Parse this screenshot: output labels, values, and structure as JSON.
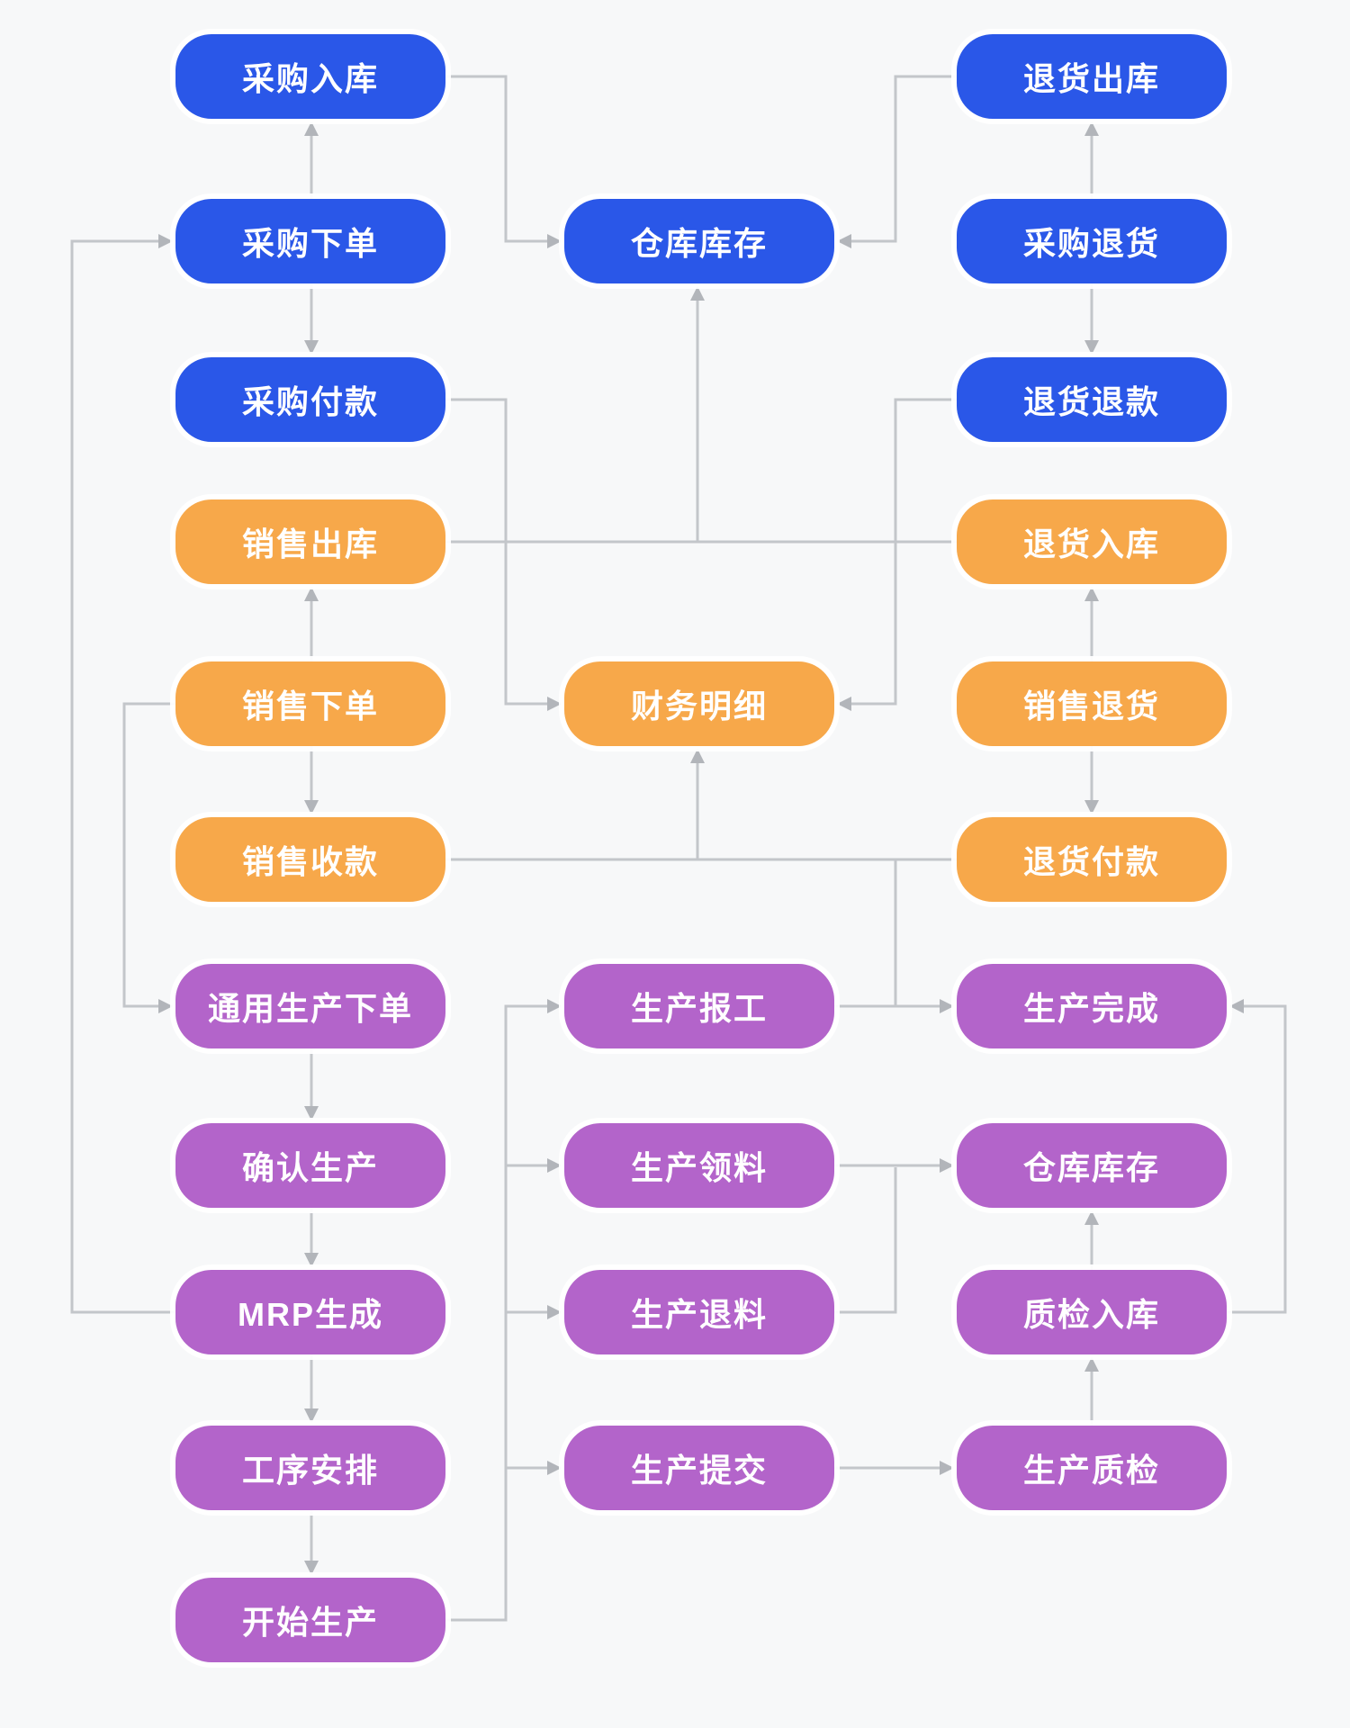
{
  "diagram": {
    "type": "flowchart",
    "background": "#f7f8f9",
    "colors": {
      "purchase_blue": "#2a57e8",
      "sales_orange": "#f7a84a",
      "production_purple": "#b364ca",
      "edge_line": "#c3c6ca",
      "arrow_head": "#b2b5ba",
      "label_text": "#ffffff"
    },
    "nodes": [
      {
        "id": "purchase-inbound",
        "label": "采购入库",
        "group": "purchase",
        "row": 1,
        "col": 1
      },
      {
        "id": "return-outbound",
        "label": "退货出库",
        "group": "purchase",
        "row": 1,
        "col": 3
      },
      {
        "id": "purchase-order",
        "label": "采购下单",
        "group": "purchase",
        "row": 2,
        "col": 1
      },
      {
        "id": "warehouse-stock",
        "label": "仓库库存",
        "group": "purchase",
        "row": 2,
        "col": 2
      },
      {
        "id": "purchase-return",
        "label": "采购退货",
        "group": "purchase",
        "row": 2,
        "col": 3
      },
      {
        "id": "purchase-payment",
        "label": "采购付款",
        "group": "purchase",
        "row": 3,
        "col": 1
      },
      {
        "id": "return-refund",
        "label": "退货退款",
        "group": "purchase",
        "row": 3,
        "col": 3
      },
      {
        "id": "sales-outbound",
        "label": "销售出库",
        "group": "sales",
        "row": 4,
        "col": 1
      },
      {
        "id": "return-inbound",
        "label": "退货入库",
        "group": "sales",
        "row": 4,
        "col": 3
      },
      {
        "id": "sales-order",
        "label": "销售下单",
        "group": "sales",
        "row": 5,
        "col": 1
      },
      {
        "id": "finance-detail",
        "label": "财务明细",
        "group": "sales",
        "row": 5,
        "col": 2
      },
      {
        "id": "sales-return",
        "label": "销售退货",
        "group": "sales",
        "row": 5,
        "col": 3
      },
      {
        "id": "sales-receipt",
        "label": "销售收款",
        "group": "sales",
        "row": 6,
        "col": 1
      },
      {
        "id": "return-payment",
        "label": "退货付款",
        "group": "sales",
        "row": 6,
        "col": 3
      },
      {
        "id": "general-production-order",
        "label": "通用生产下单",
        "group": "production",
        "row": 7,
        "col": 1
      },
      {
        "id": "production-reporting",
        "label": "生产报工",
        "group": "production",
        "row": 7,
        "col": 2
      },
      {
        "id": "production-complete",
        "label": "生产完成",
        "group": "production",
        "row": 7,
        "col": 3
      },
      {
        "id": "confirm-production",
        "label": "确认生产",
        "group": "production",
        "row": 8,
        "col": 1
      },
      {
        "id": "production-material-pick",
        "label": "生产领料",
        "group": "production",
        "row": 8,
        "col": 2
      },
      {
        "id": "warehouse-stock-2",
        "label": "仓库库存",
        "group": "production",
        "row": 8,
        "col": 3
      },
      {
        "id": "mrp-generate",
        "label": "MRP生成",
        "group": "production",
        "row": 9,
        "col": 1
      },
      {
        "id": "production-material-return",
        "label": "生产退料",
        "group": "production",
        "row": 9,
        "col": 2
      },
      {
        "id": "qc-inbound",
        "label": "质检入库",
        "group": "production",
        "row": 9,
        "col": 3
      },
      {
        "id": "process-schedule",
        "label": "工序安排",
        "group": "production",
        "row": 10,
        "col": 1
      },
      {
        "id": "production-submit",
        "label": "生产提交",
        "group": "production",
        "row": 10,
        "col": 2
      },
      {
        "id": "production-qc",
        "label": "生产质检",
        "group": "production",
        "row": 10,
        "col": 3
      },
      {
        "id": "start-production",
        "label": "开始生产",
        "group": "production",
        "row": 11,
        "col": 1
      }
    ],
    "edges": [
      {
        "from": "purchase-order",
        "to": "purchase-inbound",
        "arrow": "end"
      },
      {
        "from": "purchase-order",
        "to": "purchase-payment",
        "arrow": "end"
      },
      {
        "from": "purchase-inbound",
        "to": "warehouse-stock",
        "arrow": "end"
      },
      {
        "from": "return-outbound",
        "to": "warehouse-stock",
        "arrow": "end"
      },
      {
        "from": "purchase-return",
        "to": "return-outbound",
        "arrow": "end"
      },
      {
        "from": "purchase-return",
        "to": "return-refund",
        "arrow": "end"
      },
      {
        "from": "purchase-payment",
        "to": "finance-detail",
        "arrow": "end"
      },
      {
        "from": "return-refund",
        "to": "finance-detail",
        "arrow": "end"
      },
      {
        "from": "sales-order",
        "to": "sales-outbound",
        "arrow": "end"
      },
      {
        "from": "sales-order",
        "to": "sales-receipt",
        "arrow": "end"
      },
      {
        "from": "sales-outbound",
        "to": "return-inbound",
        "arrow": "none"
      },
      {
        "from": "sales-outbound",
        "to": "warehouse-stock",
        "arrow": "end"
      },
      {
        "from": "sales-return",
        "to": "return-inbound",
        "arrow": "end"
      },
      {
        "from": "sales-return",
        "to": "return-payment",
        "arrow": "end"
      },
      {
        "from": "sales-receipt",
        "to": "return-payment",
        "arrow": "none"
      },
      {
        "from": "sales-receipt",
        "to": "finance-detail",
        "arrow": "end"
      },
      {
        "from": "production-reporting",
        "to": "finance-detail",
        "arrow": "none"
      },
      {
        "from": "sales-order",
        "to": "general-production-order",
        "arrow": "end"
      },
      {
        "from": "general-production-order",
        "to": "confirm-production",
        "arrow": "end"
      },
      {
        "from": "confirm-production",
        "to": "mrp-generate",
        "arrow": "end"
      },
      {
        "from": "mrp-generate",
        "to": "purchase-order",
        "arrow": "end"
      },
      {
        "from": "mrp-generate",
        "to": "process-schedule",
        "arrow": "end"
      },
      {
        "from": "process-schedule",
        "to": "start-production",
        "arrow": "end"
      },
      {
        "from": "start-production",
        "to": "production-reporting",
        "arrow": "end"
      },
      {
        "from": "start-production",
        "to": "production-submit",
        "arrow": "end"
      },
      {
        "from": "start-production",
        "to": "production-material-return",
        "arrow": "end"
      },
      {
        "from": "start-production",
        "to": "production-material-pick",
        "arrow": "end"
      },
      {
        "from": "production-reporting",
        "to": "production-complete",
        "arrow": "end"
      },
      {
        "from": "production-material-pick",
        "to": "warehouse-stock-2",
        "arrow": "end"
      },
      {
        "from": "production-material-return",
        "to": "warehouse-stock-2",
        "arrow": "none"
      },
      {
        "from": "qc-inbound",
        "to": "warehouse-stock-2",
        "arrow": "end"
      },
      {
        "from": "production-qc",
        "to": "qc-inbound",
        "arrow": "end"
      },
      {
        "from": "production-submit",
        "to": "production-qc",
        "arrow": "end"
      },
      {
        "from": "qc-inbound",
        "to": "production-complete",
        "arrow": "end"
      }
    ]
  }
}
